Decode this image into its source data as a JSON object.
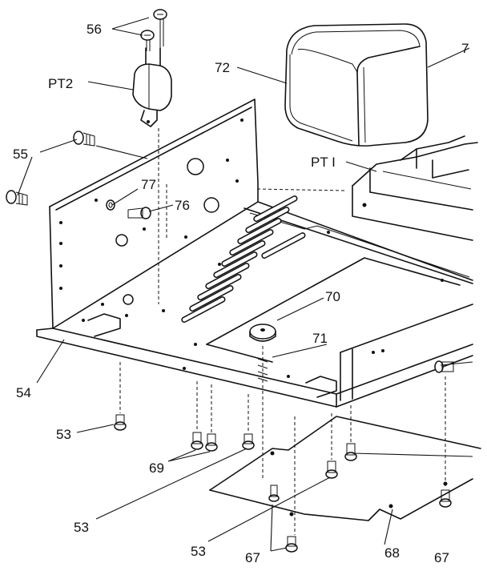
{
  "diagram": {
    "labels": {
      "p56": "56",
      "pt2": "PT2",
      "p72": "72",
      "p7x": "7",
      "pt1": "PT I",
      "p55": "55",
      "p77": "77",
      "p76": "76",
      "p70": "70",
      "p71": "71",
      "p54": "54",
      "p53a": "53",
      "p69": "69",
      "p53b": "53",
      "p53c": "53",
      "p67a": "67",
      "p68": "68",
      "p67b": "67"
    }
  }
}
